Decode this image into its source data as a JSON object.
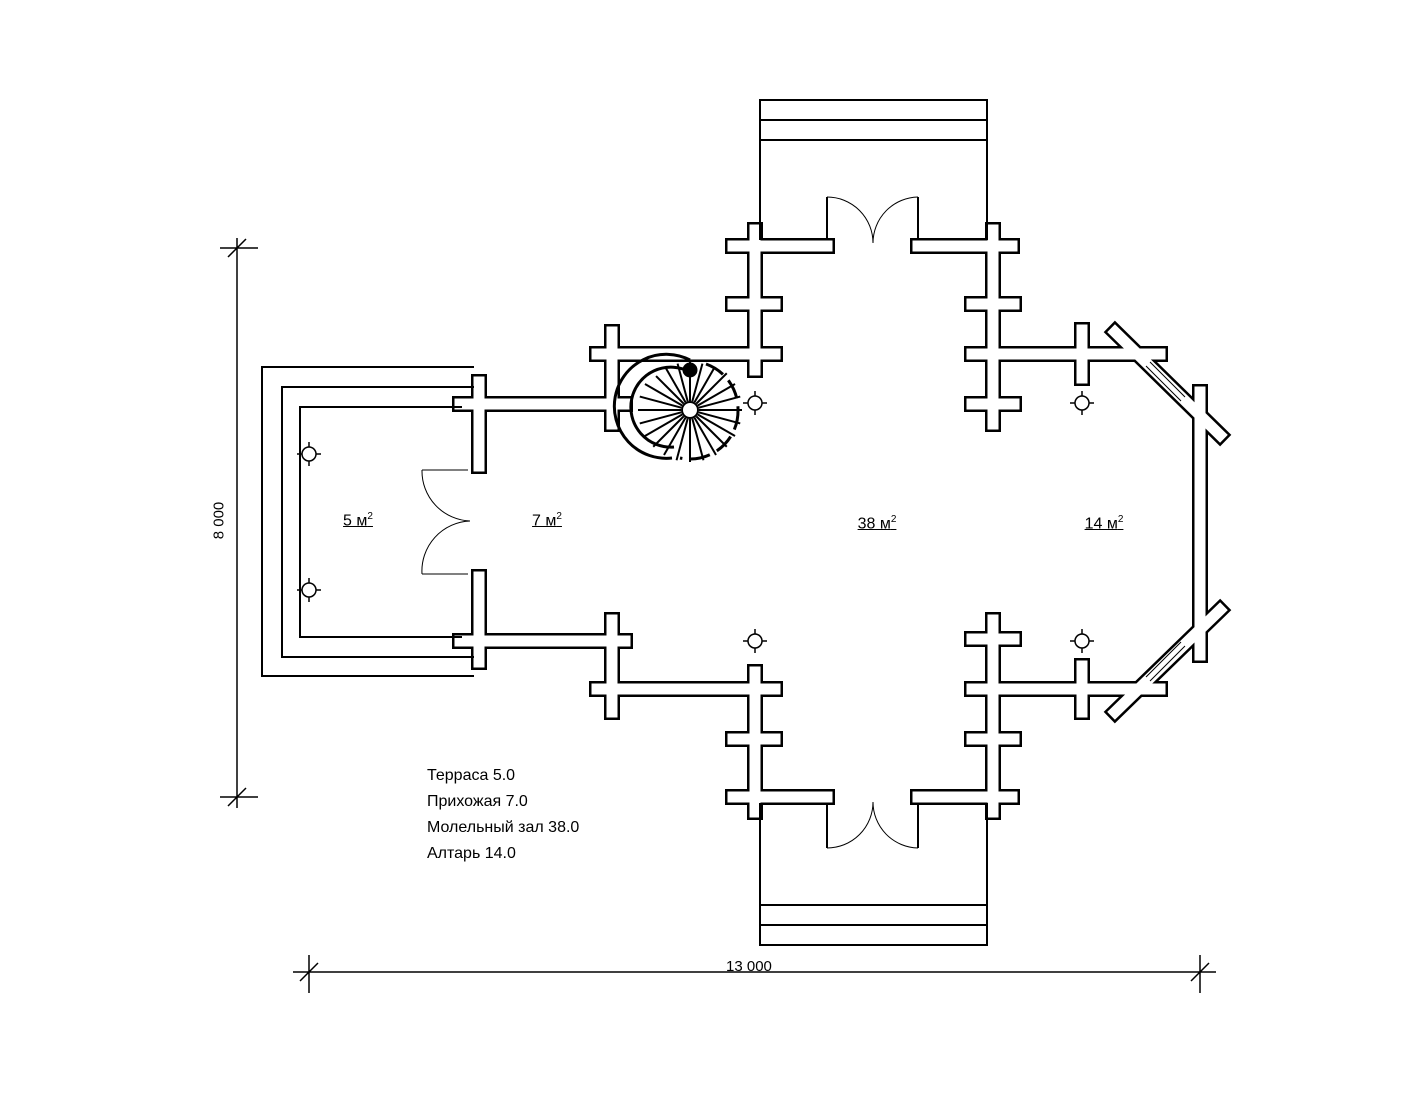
{
  "rooms": [
    {
      "area": "5 м",
      "sup": "2"
    },
    {
      "area": "7 м",
      "sup": "2"
    },
    {
      "area": "38 м",
      "sup": "2"
    },
    {
      "area": "14 м",
      "sup": "2"
    }
  ],
  "legend": [
    "Терраса 5.0",
    "Прихожая 7.0",
    "Молельный зал 38.0",
    "Алтарь 14.0"
  ],
  "dimensions": {
    "height": "8 000",
    "width": "13 000"
  },
  "stair_steps": [
    "1",
    "2",
    "3",
    "4",
    "5",
    "6",
    "7",
    "8",
    "9",
    "10",
    "11",
    "12",
    "13",
    "14",
    "15"
  ]
}
